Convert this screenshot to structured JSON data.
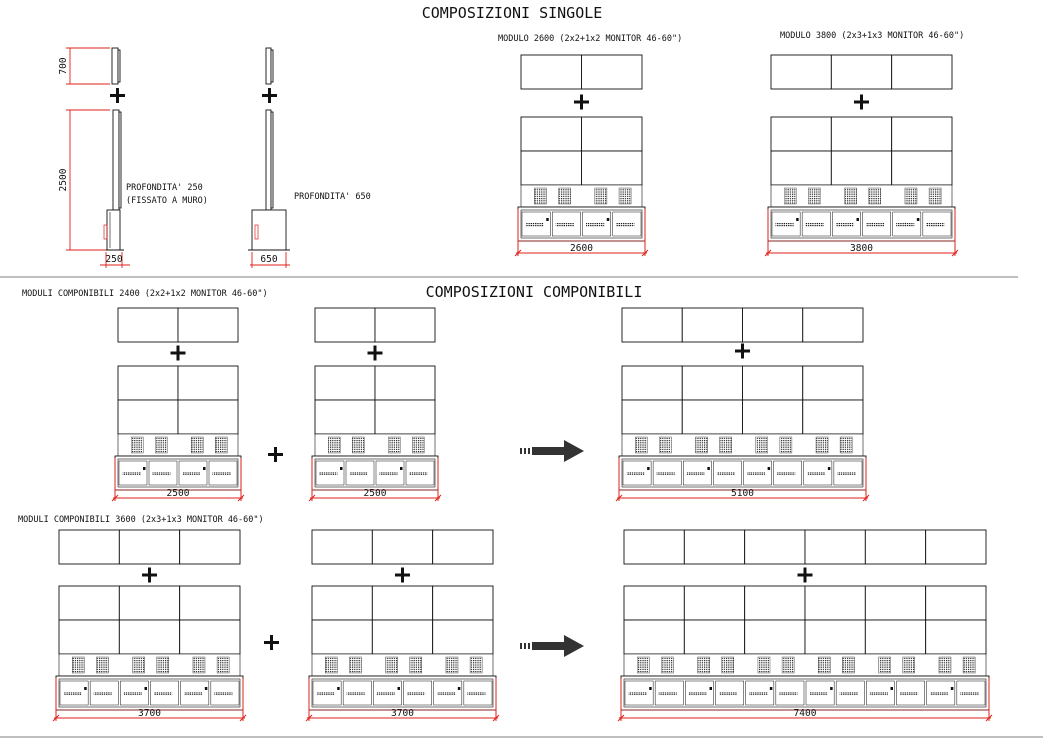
{
  "titles": {
    "single": "COMPOSIZIONI SINGOLE",
    "modular": "COMPOSIZIONI COMPONIBILI"
  },
  "labels": {
    "modulo_2600": "MODULO 2600 (2x2+1x2 MONITOR 46-60\")",
    "modulo_3800": "MODULO 3800 (2x3+1x3 MONITOR 46-60\")",
    "componibili_2400": "MODULI COMPONIBILI 2400 (2x2+1x2 MONITOR 46-60\")",
    "componibili_3600": "MODULI COMPONIBILI 3600 (2x3+1x3 MONITOR 46-60\")",
    "depth_250_line1": "PROFONDITA' 250",
    "depth_250_line2": "(FISSATO A MURO)",
    "depth_650": "PROFONDITA' 650"
  },
  "dimensions": {
    "side_top_height": "700",
    "side_total_height": "2500",
    "side_depth_a": "250",
    "side_depth_b": "650",
    "modulo_2600": "2600",
    "modulo_3800": "3800",
    "comp_a1": "2500",
    "comp_a2": "2500",
    "comp_a_total": "5100",
    "comp_b1": "3700",
    "comp_b2": "3700",
    "comp_b_total": "7400"
  },
  "symbols": {
    "plus": "+",
    "arrow": "right-arrow-icon"
  },
  "colors": {
    "dimension": "#e0201a",
    "line": "#111111"
  }
}
